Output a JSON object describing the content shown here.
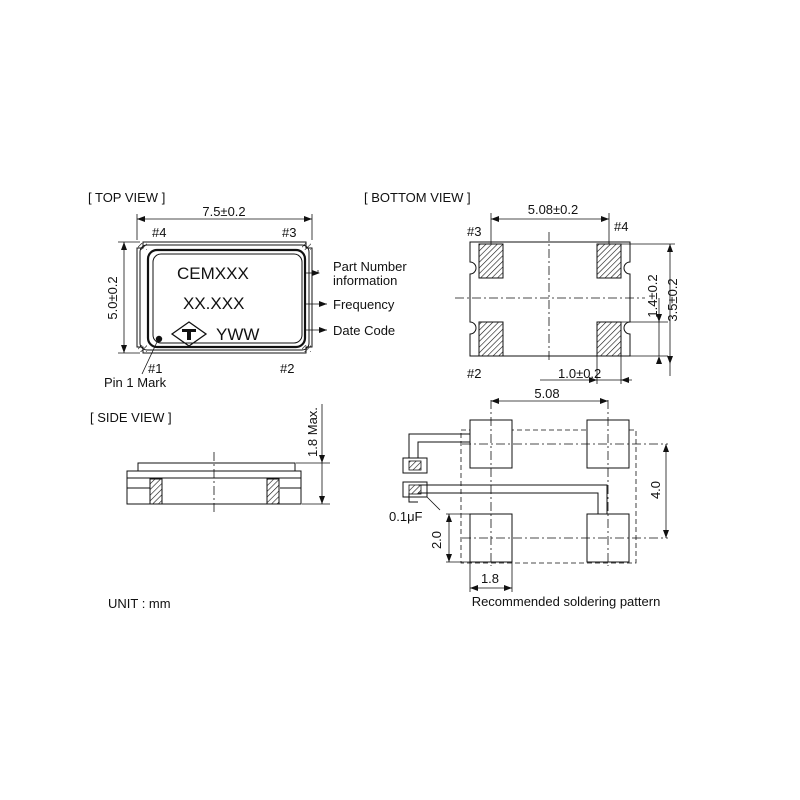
{
  "top_view": {
    "header": "[ TOP VIEW ]",
    "width_dim": "7.5±0.2",
    "height_dim": "5.0±0.2",
    "pin4": "#4",
    "pin3": "#3",
    "pin1": "#1",
    "pin2": "#2",
    "marking_line1": "CEMXXX",
    "marking_line2": "XX.XXX",
    "marking_line3": "YWW",
    "callout_part_number_1": "Part Number",
    "callout_part_number_2": "information",
    "callout_frequency": "Frequency",
    "callout_date_code": "Date Code",
    "pin1_mark": "Pin 1 Mark"
  },
  "bottom_view": {
    "header": "[ BOTTOM VIEW ]",
    "pad_pitch_dim": "5.08±0.2",
    "pad_height_dim": "1.4±0.2",
    "pad_spacing_dim": "3.5±0.2",
    "pad_width_dim": "1.0±0.2",
    "pin3": "#3",
    "pin4": "#4",
    "pin2": "#2"
  },
  "side_view": {
    "header": "[ SIDE VIEW ]",
    "height_dim": "1.8 Max."
  },
  "soldering_pattern": {
    "pitch_x": "5.08",
    "pitch_y": "4.0",
    "pad_height": "2.0",
    "pad_width": "1.8",
    "capacitor": "0.1μF",
    "caption": "Recommended soldering pattern"
  },
  "unit": "UNIT : mm"
}
